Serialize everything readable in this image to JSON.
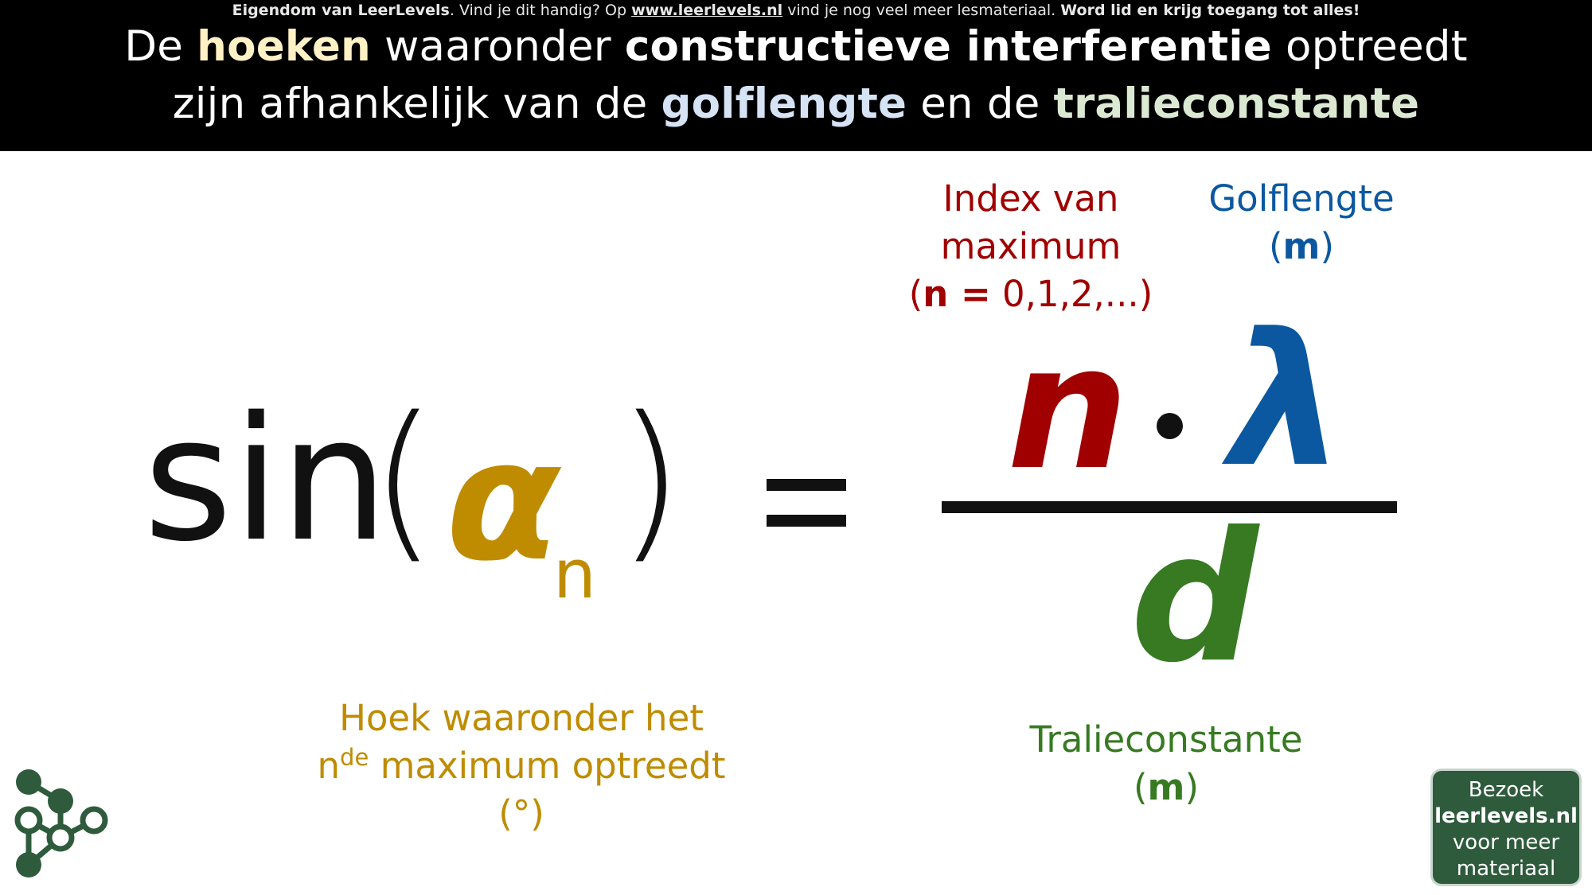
{
  "header": {
    "notice": {
      "owner_bold": "Eigendom van LeerLevels",
      "text1": ". Vind je dit handig? Op ",
      "link": "www.leerlevels.nl",
      "text2": " vind je nog veel meer lesmateriaal. ",
      "cta_bold": "Word lid en krijg toegang tot alles!"
    },
    "line1": {
      "t1": "De ",
      "hoeken": "hoeken",
      "t2": " waaronder ",
      "constructief": "constructieve interferentie",
      "t3": " optreedt"
    },
    "line2": {
      "t1": "zijn afhankelijk van de ",
      "golflengte": "golflengte",
      "t2": " en de ",
      "tralieconstante": "tralieconstante"
    }
  },
  "formula": {
    "sin": "sin",
    "open_paren": "(",
    "alpha": "α",
    "alpha_sub": "n",
    "close_paren": ")",
    "numerator_n": "n",
    "lambda": "λ",
    "denominator": "d"
  },
  "labels": {
    "index": {
      "line1": "Index van",
      "line2": "maximum",
      "open": "(",
      "n_bold": "n =",
      "values": " 0,1,2,...)"
    },
    "golflengte": {
      "line1": "Golflengte",
      "open": "(",
      "unit": "m",
      "close": ")"
    },
    "tralieconstante": {
      "line1": "Tralieconstante",
      "open": "(",
      "unit": "m",
      "close": ")"
    },
    "hoek": {
      "line1": "Hoek waaronder het",
      "n": "n",
      "sup": "de",
      "line2_rest": " maximum optreedt",
      "line3": "(°)"
    }
  },
  "visit_box": {
    "line1": "Bezoek",
    "line2": "leerlevels.nl",
    "line3": "voor meer",
    "line4": "materiaal"
  },
  "colors": {
    "header_bg": "#000000",
    "alpha": "#bf8c00",
    "index": "#a10000",
    "golflengte": "#0b58a0",
    "tralieconstante": "#377a22",
    "logo_green": "#2f5b3d"
  },
  "icons": {
    "logo": "leerlevels-network-logo-icon"
  }
}
